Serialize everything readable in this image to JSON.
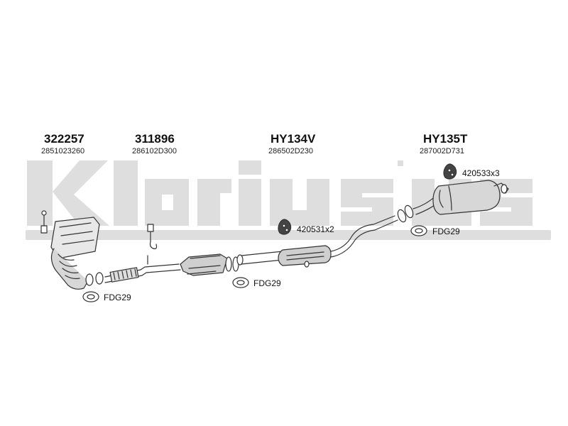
{
  "brand": {
    "watermark": "Klarius",
    "color": "#d9d9d9"
  },
  "parts": [
    {
      "code": "322257",
      "oem": "2851023260"
    },
    {
      "code": "311896",
      "oem": "286102D300"
    },
    {
      "code": "HY134V",
      "oem": "286502D230"
    },
    {
      "code": "HY135T",
      "oem": "287002D731"
    }
  ],
  "accessories": [
    {
      "label": "FDG29"
    },
    {
      "label": "FDG29"
    },
    {
      "label": "420531x2"
    },
    {
      "label": "420533x3"
    },
    {
      "label": "FDG29"
    }
  ]
}
